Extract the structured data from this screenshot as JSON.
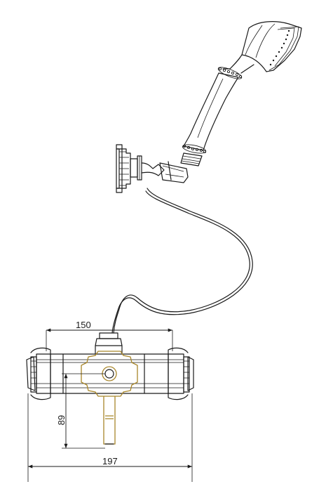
{
  "dimensions": {
    "width_label": "150",
    "height_label": "89",
    "total_label": "197"
  },
  "colors": {
    "line": "#1a1a1a",
    "brass": "#a8862a"
  }
}
